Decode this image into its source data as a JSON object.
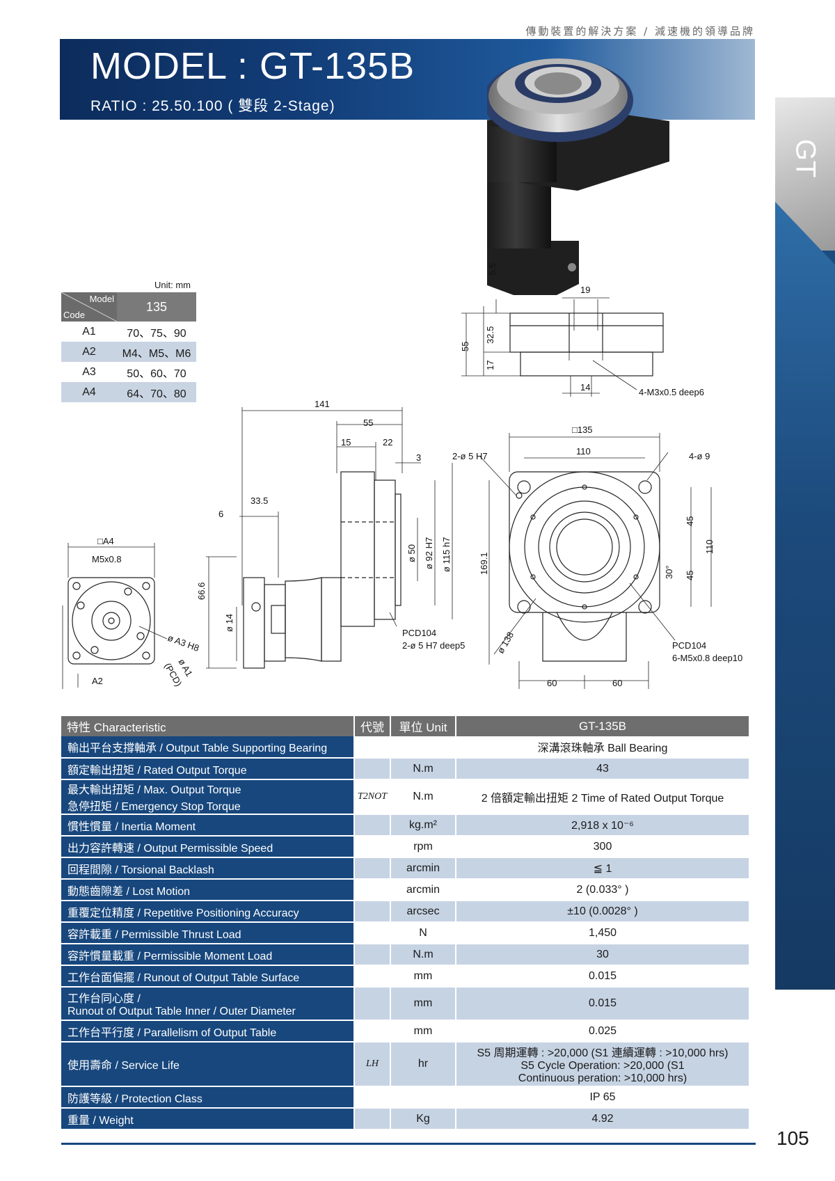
{
  "header": {
    "tagline": "傳動裝置的解決方案 / 減速機的領導品牌",
    "title": "MODEL : GT-135B",
    "subtitle": "RATIO : 25.50.100 ( 雙段 2-Stage)",
    "side_tab": "GT"
  },
  "code_table": {
    "unit": "Unit: mm",
    "head_model": "Model",
    "head_code": "Code",
    "head_value": "135",
    "rows": [
      {
        "code": "A1",
        "value": "70、75、90"
      },
      {
        "code": "A2",
        "value": "M4、M5、M6"
      },
      {
        "code": "A3",
        "value": "50、60、70"
      },
      {
        "code": "A4",
        "value": "64、70、80"
      }
    ]
  },
  "drawing": {
    "top": {
      "d55": "55",
      "d5_5": "5.5",
      "d32_5": "32.5",
      "d17": "17",
      "d19": "19",
      "d14": "14",
      "note": "4-M3x0.5 deep6"
    },
    "side": {
      "d141": "141",
      "d55": "55",
      "d15": "15",
      "d22": "22",
      "d3": "3",
      "d6": "6",
      "d33_5": "33.5",
      "d66_6": "66.6",
      "d14": "ø 14",
      "d50": "ø 50",
      "d92": "ø 92 H7",
      "d115": "ø 115 h7",
      "pcd": "PCD104",
      "pin": "2-ø 5 H7 deep5"
    },
    "left": {
      "a4": "□A4",
      "m5": "M5x0.8",
      "a3": "ø A3 H8",
      "a1": "ø A1",
      "pcd": "(PCD)",
      "a2": "A2"
    },
    "front": {
      "d135": "□135",
      "d110": "110",
      "pin": "2-ø 5 H7",
      "hole": "4-ø 9",
      "d169": "169.1",
      "d138": "ø 138",
      "d45a": "45",
      "d45b": "45",
      "d110v": "110",
      "ang": "30°",
      "d60a": "60",
      "d60b": "60",
      "pcd": "PCD104",
      "tap": "6-M5x0.8 deep10"
    }
  },
  "spec_table": {
    "headers": {
      "characteristic": "特性 Characteristic",
      "code": "代號",
      "unit": "單位 Unit",
      "model": "GT-135B"
    },
    "rows": [
      {
        "name": "輸出平台支撐軸承 / Output Table Supporting Bearing",
        "code": "",
        "unit": "",
        "value": "深溝滾珠軸承 Ball Bearing"
      },
      {
        "name": "額定輸出扭矩 / Rated Output Torque",
        "code": "",
        "unit": "N.m",
        "value": "43"
      },
      {
        "name": "最大輸出扭矩 / Max. Output Torque",
        "name2": "急停扭矩 / Emergency Stop Torque",
        "code": "T2NOT",
        "unit": "N.m",
        "value": "2 倍額定輸出扭矩 2 Time of Rated Output Torque"
      },
      {
        "name": "慣性慣量 / Inertia Moment",
        "code": "",
        "unit": "kg.m²",
        "value": "2,918 x 10⁻⁶"
      },
      {
        "name": "出力容許轉速 / Output Permissible Speed",
        "code": "",
        "unit": "rpm",
        "value": "300"
      },
      {
        "name": "回程間隙 / Torsional Backlash",
        "code": "",
        "unit": "arcmin",
        "value": "≦ 1"
      },
      {
        "name": "動態齒隙差 / Lost Motion",
        "code": "",
        "unit": "arcmin",
        "value": "2 (0.033° )"
      },
      {
        "name": "重覆定位精度 / Repetitive Positioning Accuracy",
        "code": "",
        "unit": "arcsec",
        "value": "±10 (0.0028° )"
      },
      {
        "name": "容許載重 / Permissible Thrust Load",
        "code": "",
        "unit": "N",
        "value": "1,450"
      },
      {
        "name": "容許慣量載重 / Permissible Moment Load",
        "code": "",
        "unit": "N.m",
        "value": "30"
      },
      {
        "name": "工作台面偏擺 / Runout of Output Table Surface",
        "code": "",
        "unit": "mm",
        "value": "0.015"
      },
      {
        "name": "工作台同心度 /",
        "name2": "Runout of Output Table Inner / Outer Diameter",
        "code": "",
        "unit": "mm",
        "value": "0.015"
      },
      {
        "name": "工作台平行度 / Parallelism of Output Table",
        "code": "",
        "unit": "mm",
        "value": "0.025"
      },
      {
        "name": "使用壽命 / Service Life",
        "code": "LH",
        "unit": "hr",
        "value": "S5 周期運轉 : >20,000 (S1 連續運轉 : >10,000 hrs)",
        "value2": "S5 Cycle Operation: >20,000 (S1",
        "value3": "Continuous peration: >10,000 hrs)"
      },
      {
        "name": "防護等級 / Protection Class",
        "code": "",
        "unit": "",
        "value": "IP 65"
      },
      {
        "name": "重量 / Weight",
        "code": "",
        "unit": "Kg",
        "value": "4.92"
      }
    ]
  },
  "page_number": "105"
}
